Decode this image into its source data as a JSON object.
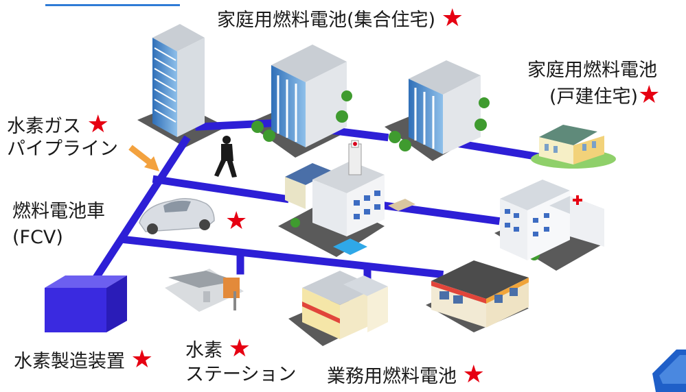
{
  "labels": {
    "apartment_fuel_cell": "家庭用燃料電池(集合住宅)",
    "house_fuel_cell_line1": "家庭用燃料電池",
    "house_fuel_cell_line2": "(戸建住宅)",
    "hydrogen_pipeline_line1": "水素ガス",
    "hydrogen_pipeline_line2": "パイプライン",
    "fcv_line1": "燃料電池車",
    "fcv_line2": "(FCV)",
    "hydrogen_generator": "水素製造装置",
    "hydrogen_station_line1": "水素",
    "hydrogen_station_line2": "ステーション",
    "business_fuel_cell": "業務用燃料電池"
  },
  "star_glyph": "★",
  "colors": {
    "pipeline": "#2d1fd6",
    "star": "#e60012",
    "accent_line": "#2e7bd6",
    "generator_box": "#3a2ae0"
  }
}
